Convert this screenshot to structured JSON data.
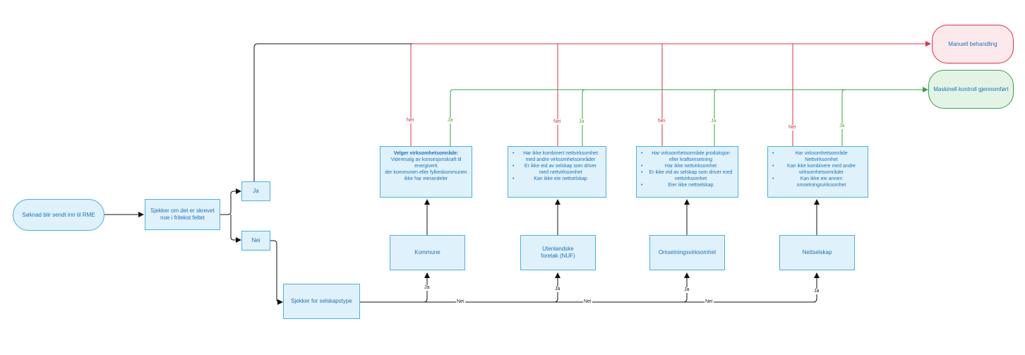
{
  "nodes": {
    "start": "Søknad blir sendt inn til RME",
    "check_freetext": "Sjekker om det er skrevet noe i fritekst feltet",
    "yes_box": "Ja",
    "no_box": "Nei",
    "check_company_type": "Sjekker for selskapstype",
    "manual": "Manuell behandling",
    "machine": "Maskinell kontroll gjennomført"
  },
  "company_types": [
    {
      "label": "Kommune"
    },
    {
      "label": "Utenlandske foretak (NUF)"
    },
    {
      "label": "Omsetningsvirksomhet"
    },
    {
      "label": "Nettselskap"
    }
  ],
  "criteria": [
    {
      "title": "Velger virksomhetsområde:",
      "lines": [
        "Videresalg av konsesjonskraft til energiverk",
        "der kommunen eller fylkeskommunen ikke har eierandeler"
      ],
      "bullets": []
    },
    {
      "title": "",
      "lines": [],
      "bullets": [
        "Har ikke kombinert nettvirksomhet med andre virksomhetsområder",
        "Er ikke eid av selskap som driver med nettvirksomhet",
        "Kan ikke eie nettselskap"
      ]
    },
    {
      "title": "",
      "lines": [],
      "bullets": [
        "Har virksomhetsområde produksjon eller kraftomsetning",
        "Har ikke nettvirksomhet",
        "Er ikke eid av selskap som driver med nettvirksomhet",
        "Eier ikke nettselskap"
      ]
    },
    {
      "title": "",
      "lines": [],
      "bullets": [
        "Har virksomhetsområde Nettvirksomhet",
        "Kan ikke kombinere med andre virksomhetsområder",
        "Kan ikke eie annen omsetningsvirksomhet"
      ]
    }
  ],
  "labels": {
    "yes": "Ja",
    "no": "Nei"
  },
  "colors": {
    "fail": "#e0304a",
    "pass": "#3aa04a",
    "box": "#dff1fb",
    "border": "#4ab2e0"
  }
}
